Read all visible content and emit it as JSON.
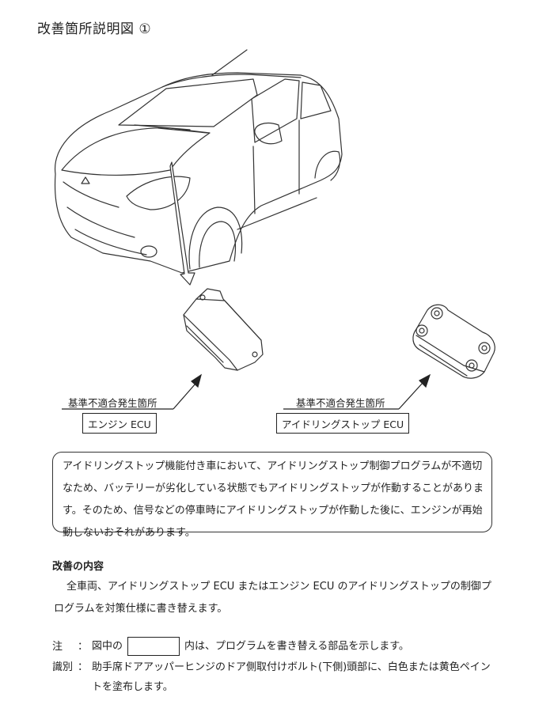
{
  "title": "改善箇所説明図 ①",
  "callouts": {
    "engine_caption": "基準不適合発生箇所",
    "engine_label": "エンジン ECU",
    "idle_caption": "基準不適合発生箇所",
    "idle_label": "アイドリングストップ ECU"
  },
  "notice": {
    "lines": [
      "アイドリングストップ機能付き車において、アイドリングストップ制御プログラムが不適切",
      "なため、バッテリーが劣化している状態でもアイドリングストップが作動することがありま",
      "す。そのため、信号などの停車時にアイドリングストップが作動した後に、エンジンが再始",
      "動しないおそれがあります。"
    ]
  },
  "improvement": {
    "heading": "改善の内容",
    "body": "全車両、アイドリングストップ ECU またはエンジン ECU のアイドリングストップの制御プログラムを対策仕様に書き替えます。"
  },
  "notes": {
    "note_key": "注",
    "sep": "：",
    "note_pre": "図中の",
    "note_post": "内は、プログラムを書き替える部品を示します。",
    "id_key": "識別",
    "id_line1": "助手席ドアアッパーヒンジのドア側取付けボルト(下側)頭部に、白色または黄色ペイン",
    "id_line2": "トを塗布します。"
  }
}
